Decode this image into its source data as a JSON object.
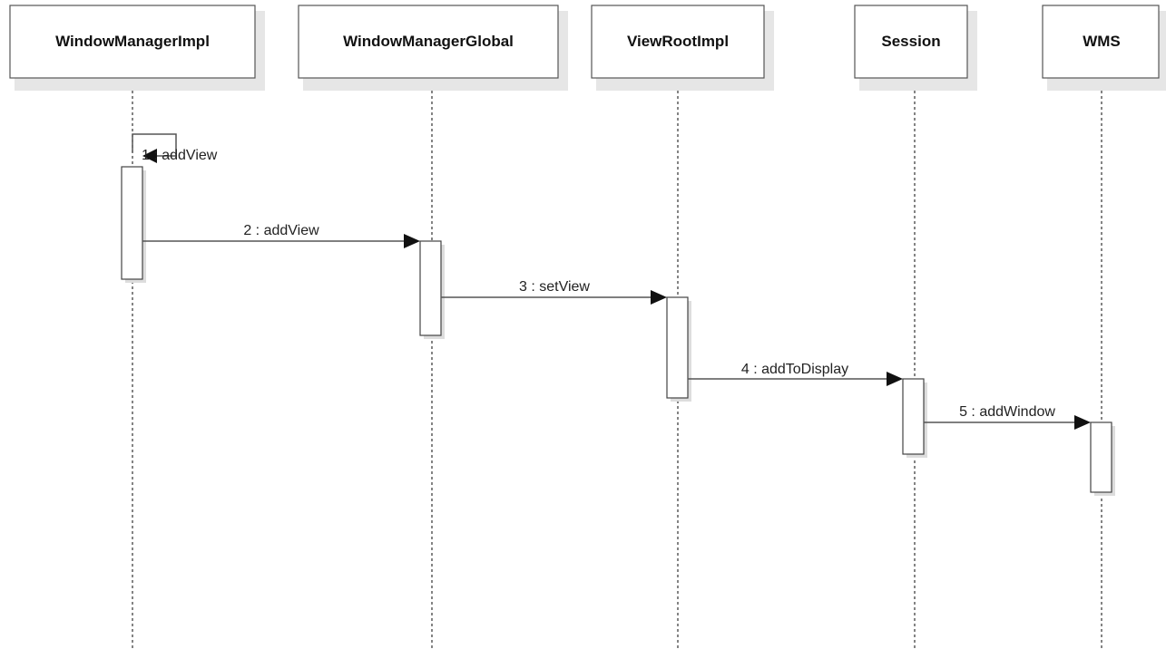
{
  "participants": [
    {
      "id": "wmi",
      "label": "WindowManagerImpl"
    },
    {
      "id": "wmg",
      "label": "WindowManagerGlobal"
    },
    {
      "id": "vri",
      "label": "ViewRootImpl"
    },
    {
      "id": "ses",
      "label": "Session"
    },
    {
      "id": "wms",
      "label": "WMS"
    }
  ],
  "messages": [
    {
      "label": "1 : addView",
      "from": "wmi",
      "to": "wmi",
      "self": true
    },
    {
      "label": "2 : addView",
      "from": "wmi",
      "to": "wmg"
    },
    {
      "label": "3 : setView",
      "from": "wmg",
      "to": "vri"
    },
    {
      "label": "4 : addToDisplay",
      "from": "vri",
      "to": "ses"
    },
    {
      "label": "5 : addWindow",
      "from": "ses",
      "to": "wms"
    }
  ],
  "colors": {
    "border": "#555555",
    "arrowhead": "#111111",
    "text": "#222222",
    "shadow": "#e6e6e6"
  }
}
